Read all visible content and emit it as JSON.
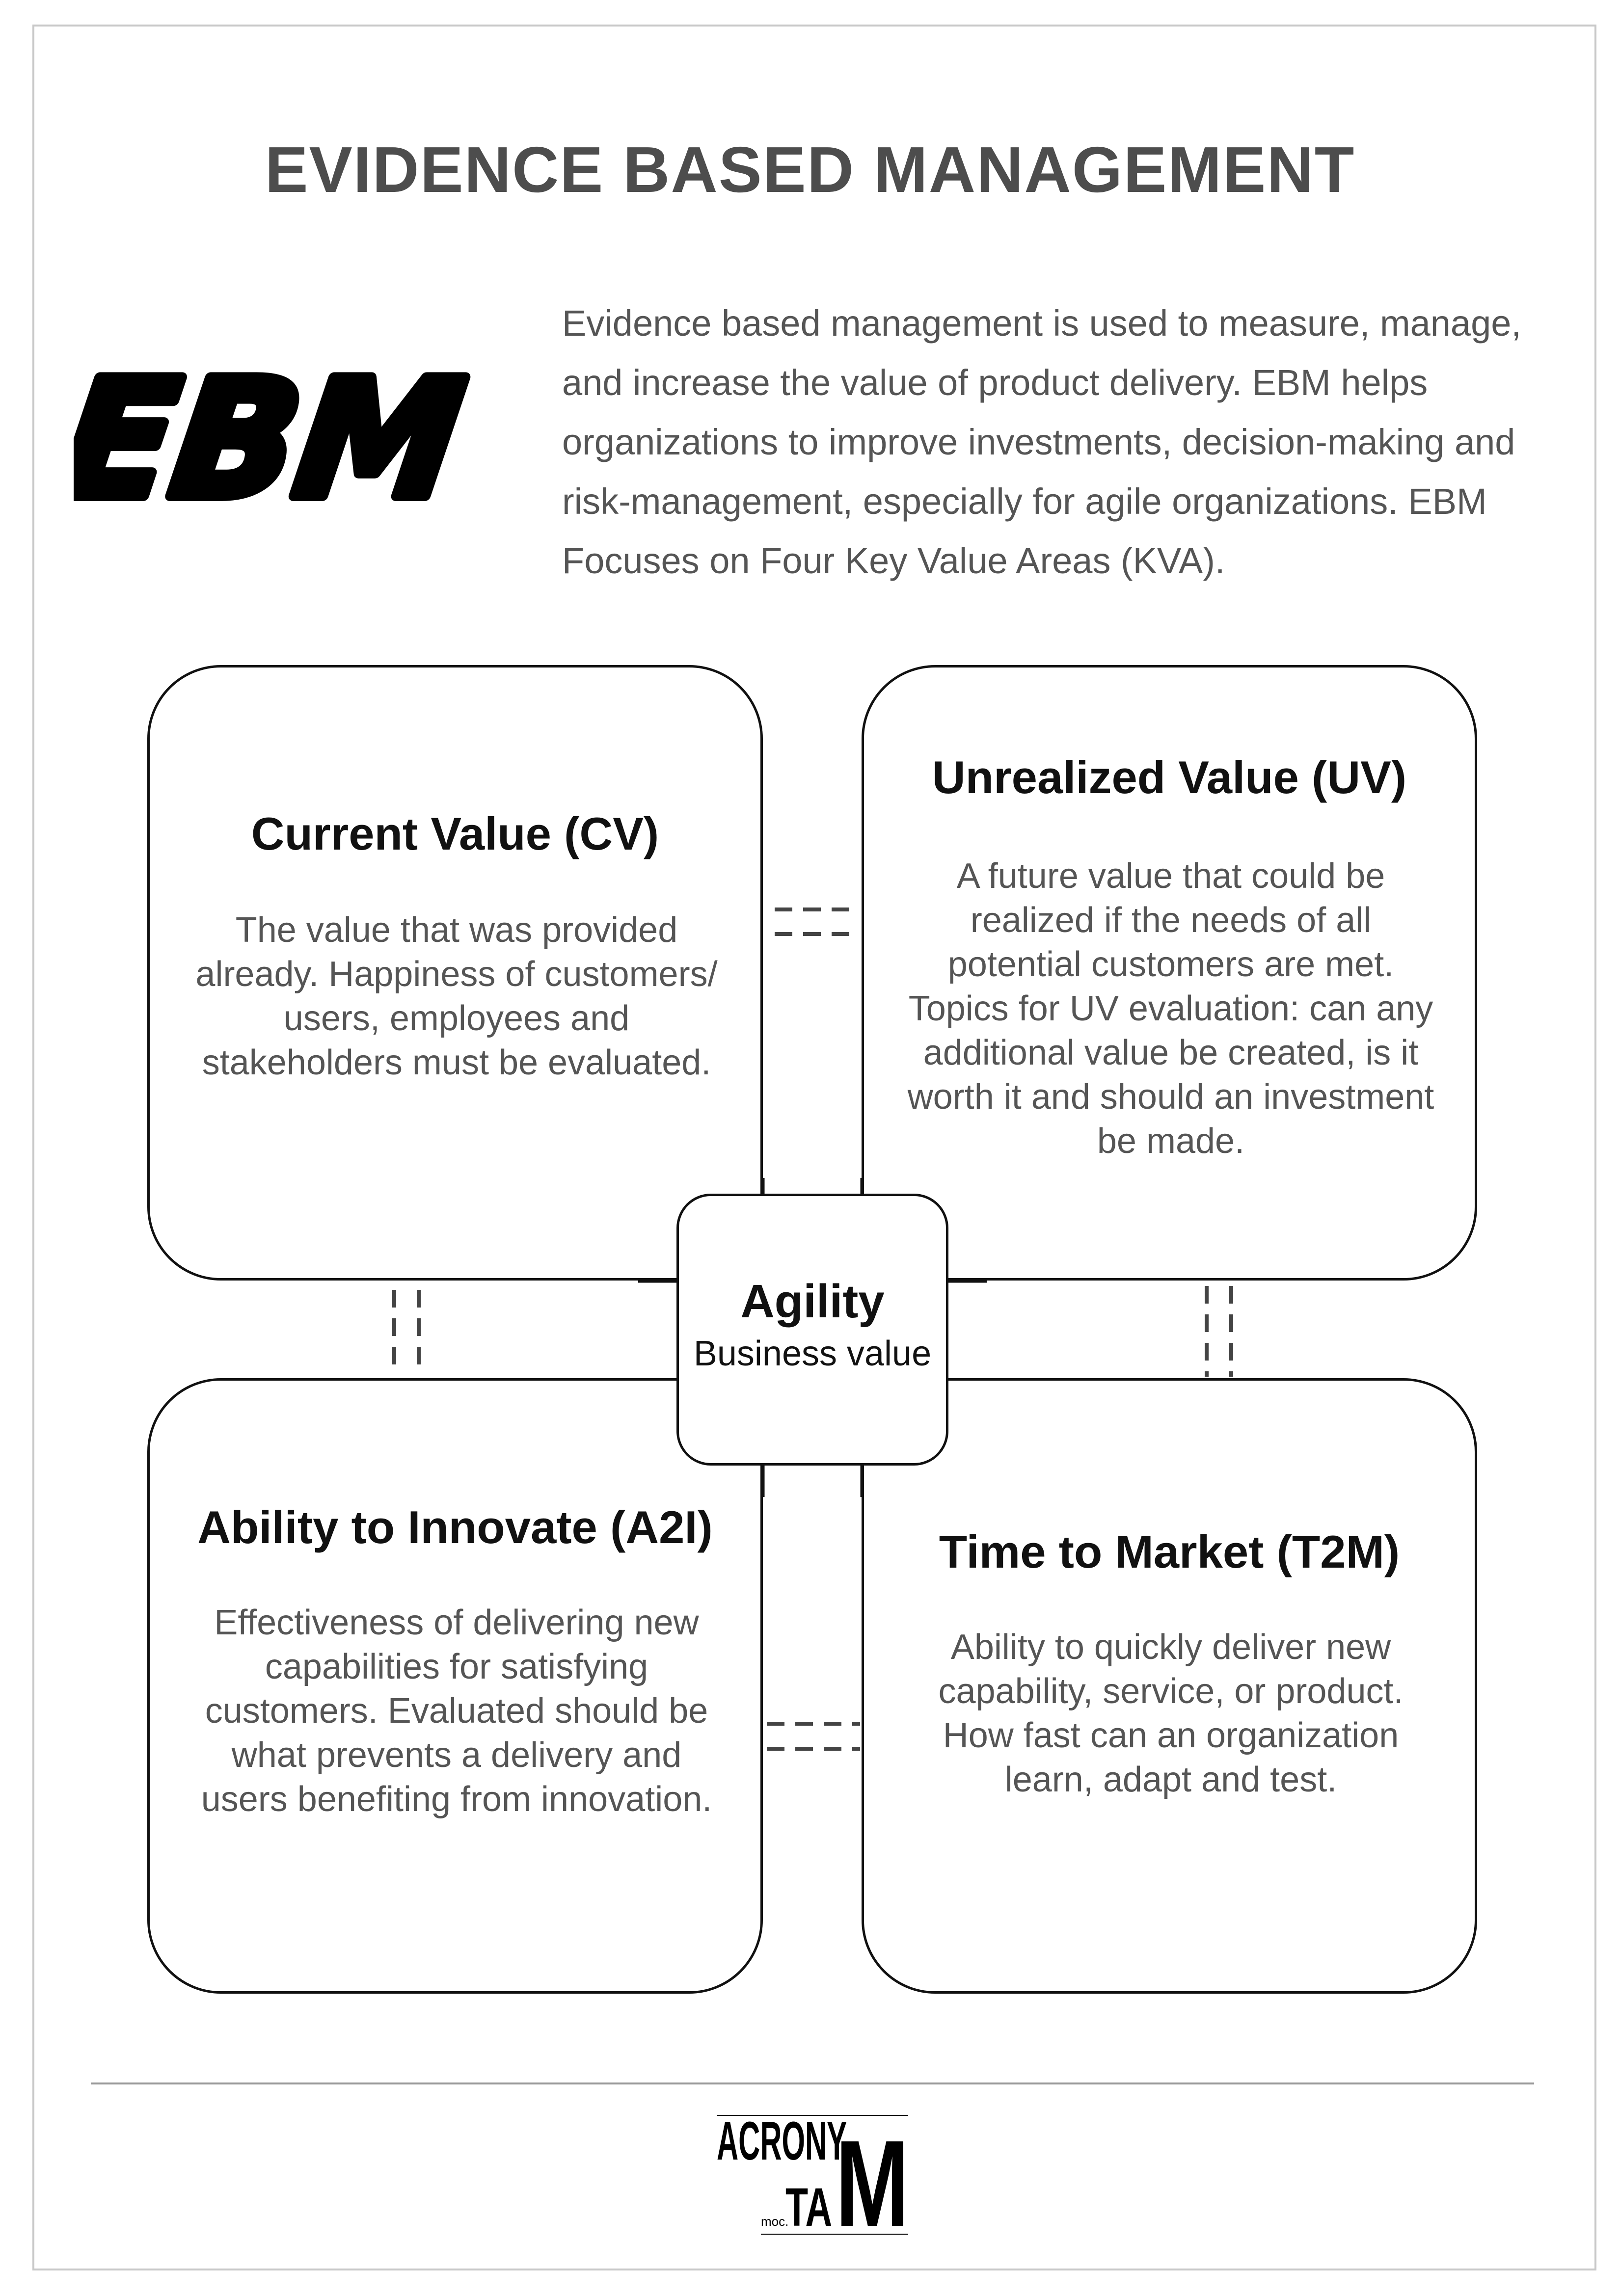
{
  "page": {
    "title": "EVIDENCE BASED MANAGEMENT",
    "logo_text": "EBM",
    "intro_lines": [
      "Evidence based management is used to measure, manage,",
      "and increase the value of product delivery. EBM helps",
      "organizations to improve investments, decision-making and",
      "risk-management, especially for agile organizations. EBM",
      "Focuses on Four Key Value Areas (KVA)."
    ]
  },
  "diagram": {
    "center": {
      "title": "Agility",
      "subtitle": "Business value"
    },
    "areas": {
      "cv": {
        "title": "Current Value (CV)",
        "lines": [
          "The value that was provided",
          "already. Happiness of customers/",
          "users, employees and",
          "stakeholders must be evaluated."
        ]
      },
      "uv": {
        "title": "Unrealized Value (UV)",
        "lines": [
          "A future value that could be",
          "realized if the needs of all",
          "potential customers are met.",
          "Topics for UV evaluation: can any",
          "additional value be created, is it",
          "worth it and should an investment",
          "be made."
        ]
      },
      "a2i": {
        "title": "Ability to Innovate (A2I)",
        "lines": [
          "Effectiveness of delivering new",
          "capabilities for satisfying",
          "customers. Evaluated should be",
          "what prevents a delivery and",
          "users benefiting from innovation."
        ]
      },
      "t2m": {
        "title": "Time to Market (T2M)",
        "lines": [
          "Ability to quickly deliver new",
          "capability, service, or product.",
          "How fast can an organization",
          "learn, adapt and test."
        ]
      }
    }
  },
  "footer": {
    "brand_line1": "ACRONY",
    "brand_line2": "TA",
    "brand_letter": "M",
    "brand_small": "moc."
  }
}
